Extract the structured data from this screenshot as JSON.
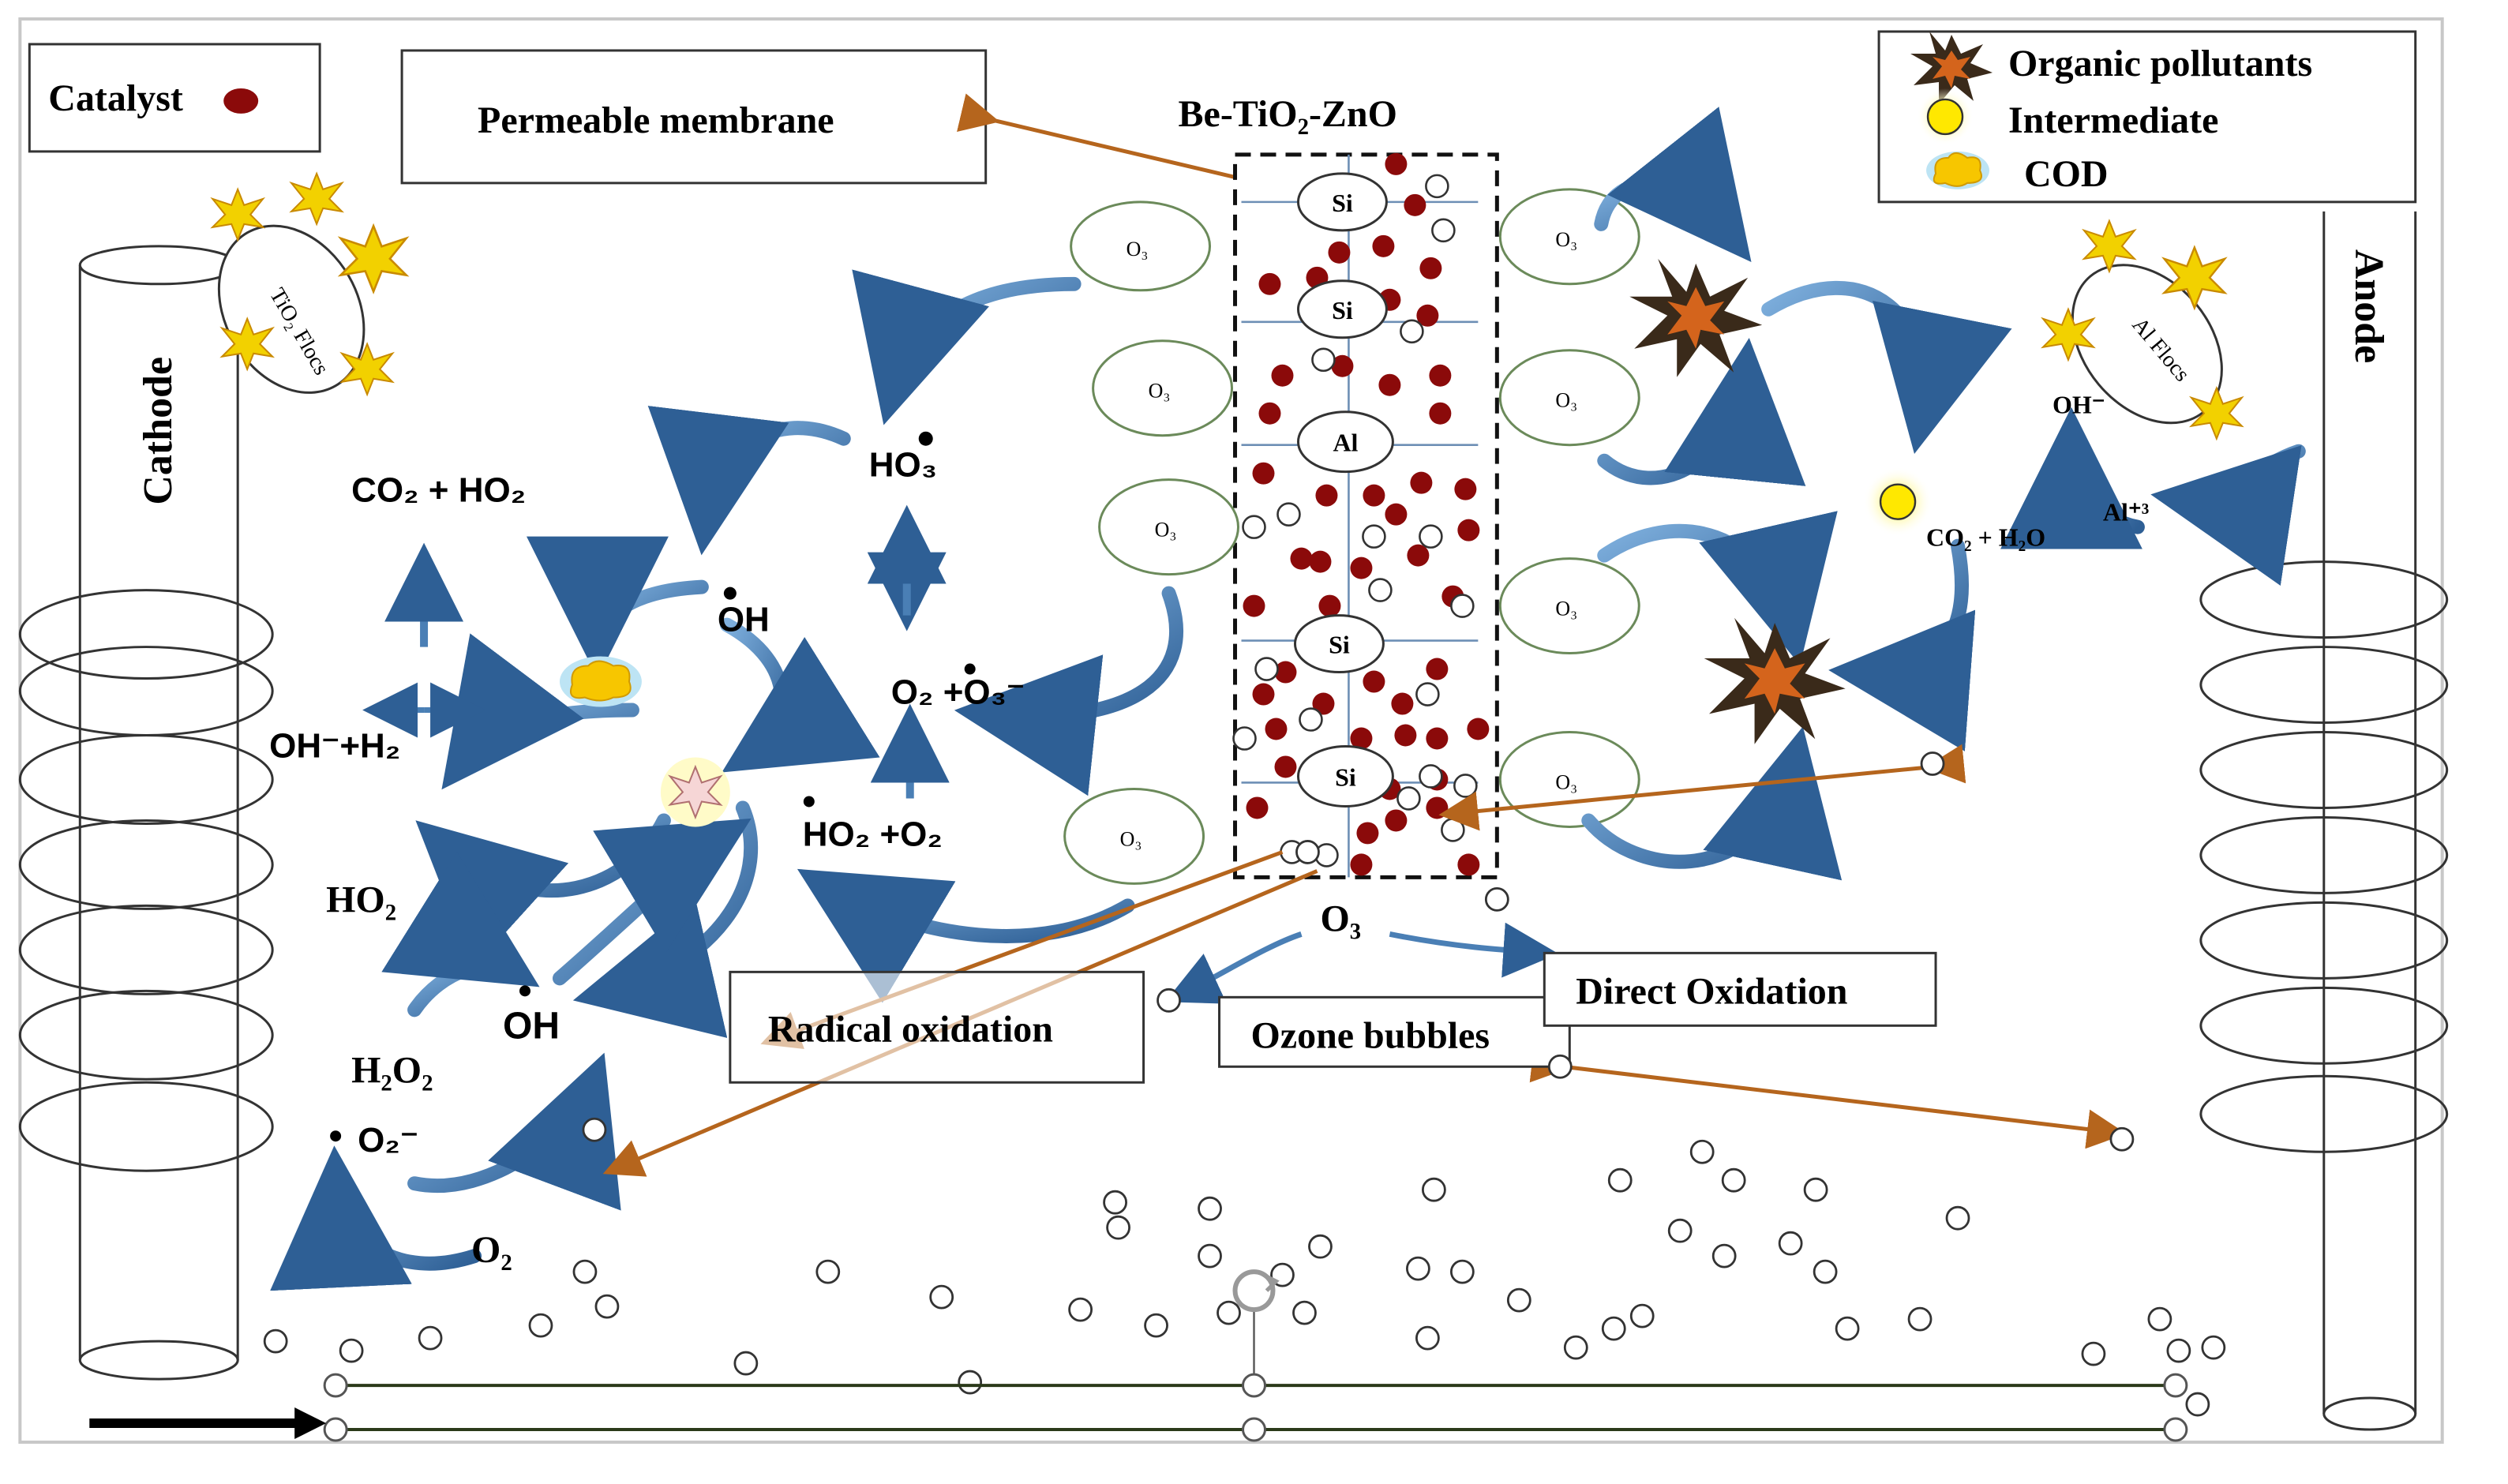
{
  "catalyst_box": {
    "label": "Catalyst"
  },
  "membrane_box": {
    "label": "Permeable membrane"
  },
  "material_label": "Be-TiO₂-ZnO",
  "legend": {
    "organic": "Organic pollutants",
    "intermediate": "Intermediate",
    "cod": "COD"
  },
  "cathode": {
    "label": "Cathode"
  },
  "anode": {
    "label": "Anode"
  },
  "tio2_flocs": {
    "label": "TiO₂ Flocs"
  },
  "al_flocs": {
    "label": "Al Flocs"
  },
  "membrane_nodes": [
    "Si",
    "Si",
    "Al",
    "Si",
    "Si"
  ],
  "ozone_mol": "O₃",
  "ozone_bubble_label": "O₃",
  "boxes": {
    "radical": "Radical oxidation",
    "ozone_bubbles": "Ozone bubbles",
    "direct": "Direct Oxidation"
  },
  "species": {
    "co2_ho2": "CO₂ +  HO₂",
    "oh_h2": "OH⁻+H₂",
    "ho2": "HO₂",
    "h2o2": "H₂O₂",
    "o2_rad": "O₂⁻",
    "o2": "O₂",
    "oh_mid": "OH",
    "oh_top": "OH",
    "ho3": "HO₃",
    "o2_o3": "O₂ +O₃⁻",
    "ho2_o2": "HO₂ +O₂",
    "oh_anode": "OH⁻",
    "al3": "Al⁺³",
    "co2_h2o": "CO₂ + H₂O"
  },
  "colors": {
    "arrow_blue": "#4a7fb5",
    "arrow_orange": "#b5651d",
    "catalyst_red": "#8b0a0a",
    "star_yellow": "#f2d100",
    "star_orange": "#d4641c"
  }
}
